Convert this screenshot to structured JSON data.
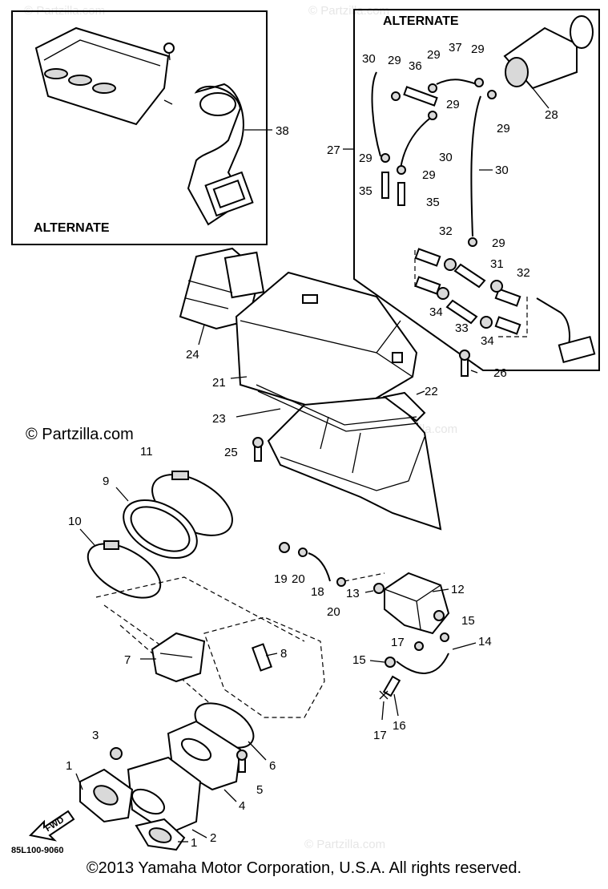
{
  "diagram": {
    "alternate_label_left": "ALTERNATE",
    "alternate_label_right": "ALTERNATE",
    "watermark": "© Partzilla.com",
    "faint_watermark": "© Partzilla.com",
    "fwd_label": "FWD",
    "drawing_code": "85L100-9060",
    "parts": {
      "p1": "1",
      "p1b": "1",
      "p2": "2",
      "p3": "3",
      "p4": "4",
      "p5": "5",
      "p6": "6",
      "p7": "7",
      "p8": "8",
      "p9": "9",
      "p10": "10",
      "p11": "11",
      "p12": "12",
      "p13": "13",
      "p14": "14",
      "p15": "15",
      "p15b": "15",
      "p16": "16",
      "p17": "17",
      "p17b": "17",
      "p18": "18",
      "p19": "19",
      "p20": "20",
      "p20b": "20",
      "p21": "21",
      "p22": "22",
      "p23": "23",
      "p24": "24",
      "p25": "25",
      "p26": "26",
      "p27": "27",
      "p28": "28",
      "p29a": "29",
      "p29b": "29",
      "p29c": "29",
      "p29d": "29",
      "p29e": "29",
      "p29f": "29",
      "p29g": "29",
      "p29h": "29",
      "p30a": "30",
      "p30b": "30",
      "p30c": "30",
      "p31": "31",
      "p32": "32",
      "p32b": "32",
      "p33": "33",
      "p34": "34",
      "p34b": "34",
      "p35": "35",
      "p35b": "35",
      "p36": "36",
      "p37": "37",
      "p38": "38"
    }
  },
  "footer": {
    "copyright": "©2013 Yamaha Motor Corporation, U.S.A. All rights reserved."
  }
}
